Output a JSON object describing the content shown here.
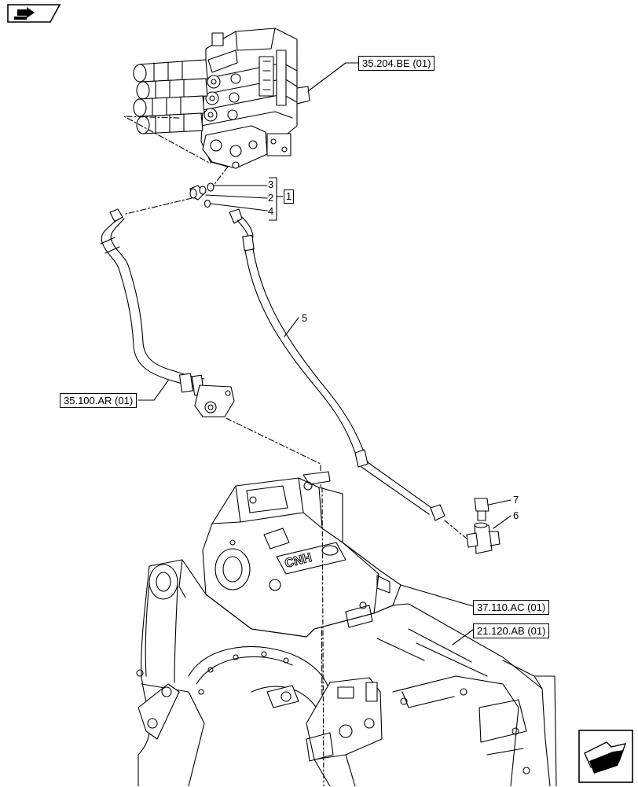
{
  "references": {
    "control_valve": "35.204.BE (01)",
    "hitch_line": "35.100.AR (01)",
    "lift_cover": "37.110.AC (01)",
    "transmission": "21.120.AB (01)"
  },
  "callouts": {
    "p3": "3",
    "p2": "2",
    "p4": "4",
    "kit": "1",
    "p5": "5",
    "p7": "7",
    "p6": "6"
  },
  "housing_logo": "CNH",
  "icons": {
    "top_left": "book-arrow-icon",
    "bottom_right": "next-page-arrow-icon"
  }
}
